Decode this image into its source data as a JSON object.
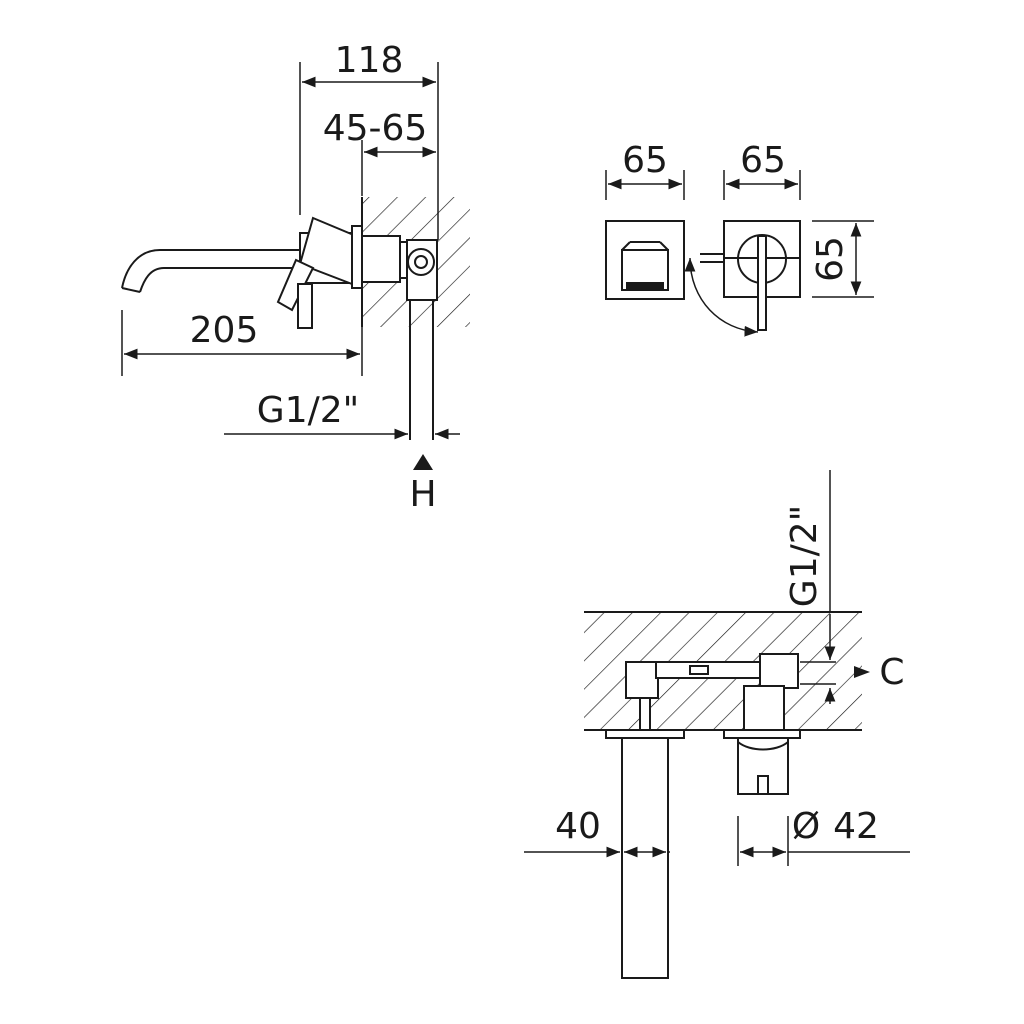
{
  "side_view": {
    "dim_total_depth": "118",
    "dim_wall_range": "45-65",
    "dim_spout_length": "205",
    "dim_thread": "G1/2\"",
    "label_h": "H"
  },
  "front_view": {
    "dim_plate_width_left": "65",
    "dim_plate_width_right": "65",
    "dim_plate_height": "65"
  },
  "top_view": {
    "dim_thread": "G1/2\"",
    "label_c": "C",
    "dim_spout_width": "40",
    "dim_diameter_symbol": "Ø",
    "dim_diameter_value": "42"
  }
}
